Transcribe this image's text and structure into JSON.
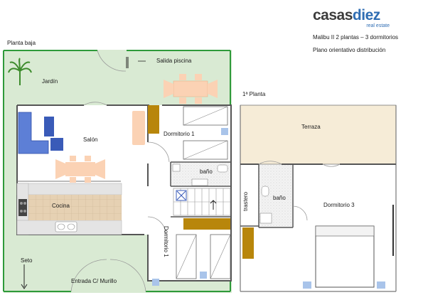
{
  "logo": {
    "brand_left": "casas",
    "brand_right": "diez",
    "subtitle": "real estate"
  },
  "header": {
    "model": "Malibu II 2 plantas – 3 dormitorios",
    "description": "Plano orientativo distribución"
  },
  "ground_floor": {
    "title": "Planta baja",
    "rooms": {
      "garden": "Jardín",
      "pool_exit": "Salida piscina",
      "living": "Salón",
      "kitchen": "Cocina",
      "bedroom1": "Dormitorio 1",
      "bedroom1_vertical": "Dormitorio 1",
      "bathroom": "baño",
      "hedge": "Seto",
      "entrance": "Entrada C/ Murillo"
    }
  },
  "first_floor": {
    "title": "1ª Planta",
    "rooms": {
      "terrace": "Terraza",
      "storage": "trastero",
      "bathroom": "baño",
      "bedroom3": "Dormitorio 3"
    }
  },
  "colors": {
    "garden_green": "#d9ead3",
    "terrace_beige": "#f6ecd7",
    "wall_green": "#2e9a3a",
    "wall_gray": "#555555",
    "furniture_orange": "#fbd2b4",
    "sofa_blue": "#4a6fc9",
    "wardrobe_brown": "#b8860b",
    "counter_tan": "#e6d1b3",
    "tile_gray": "#eeeeee",
    "accent_blue": "#2f6db3"
  }
}
